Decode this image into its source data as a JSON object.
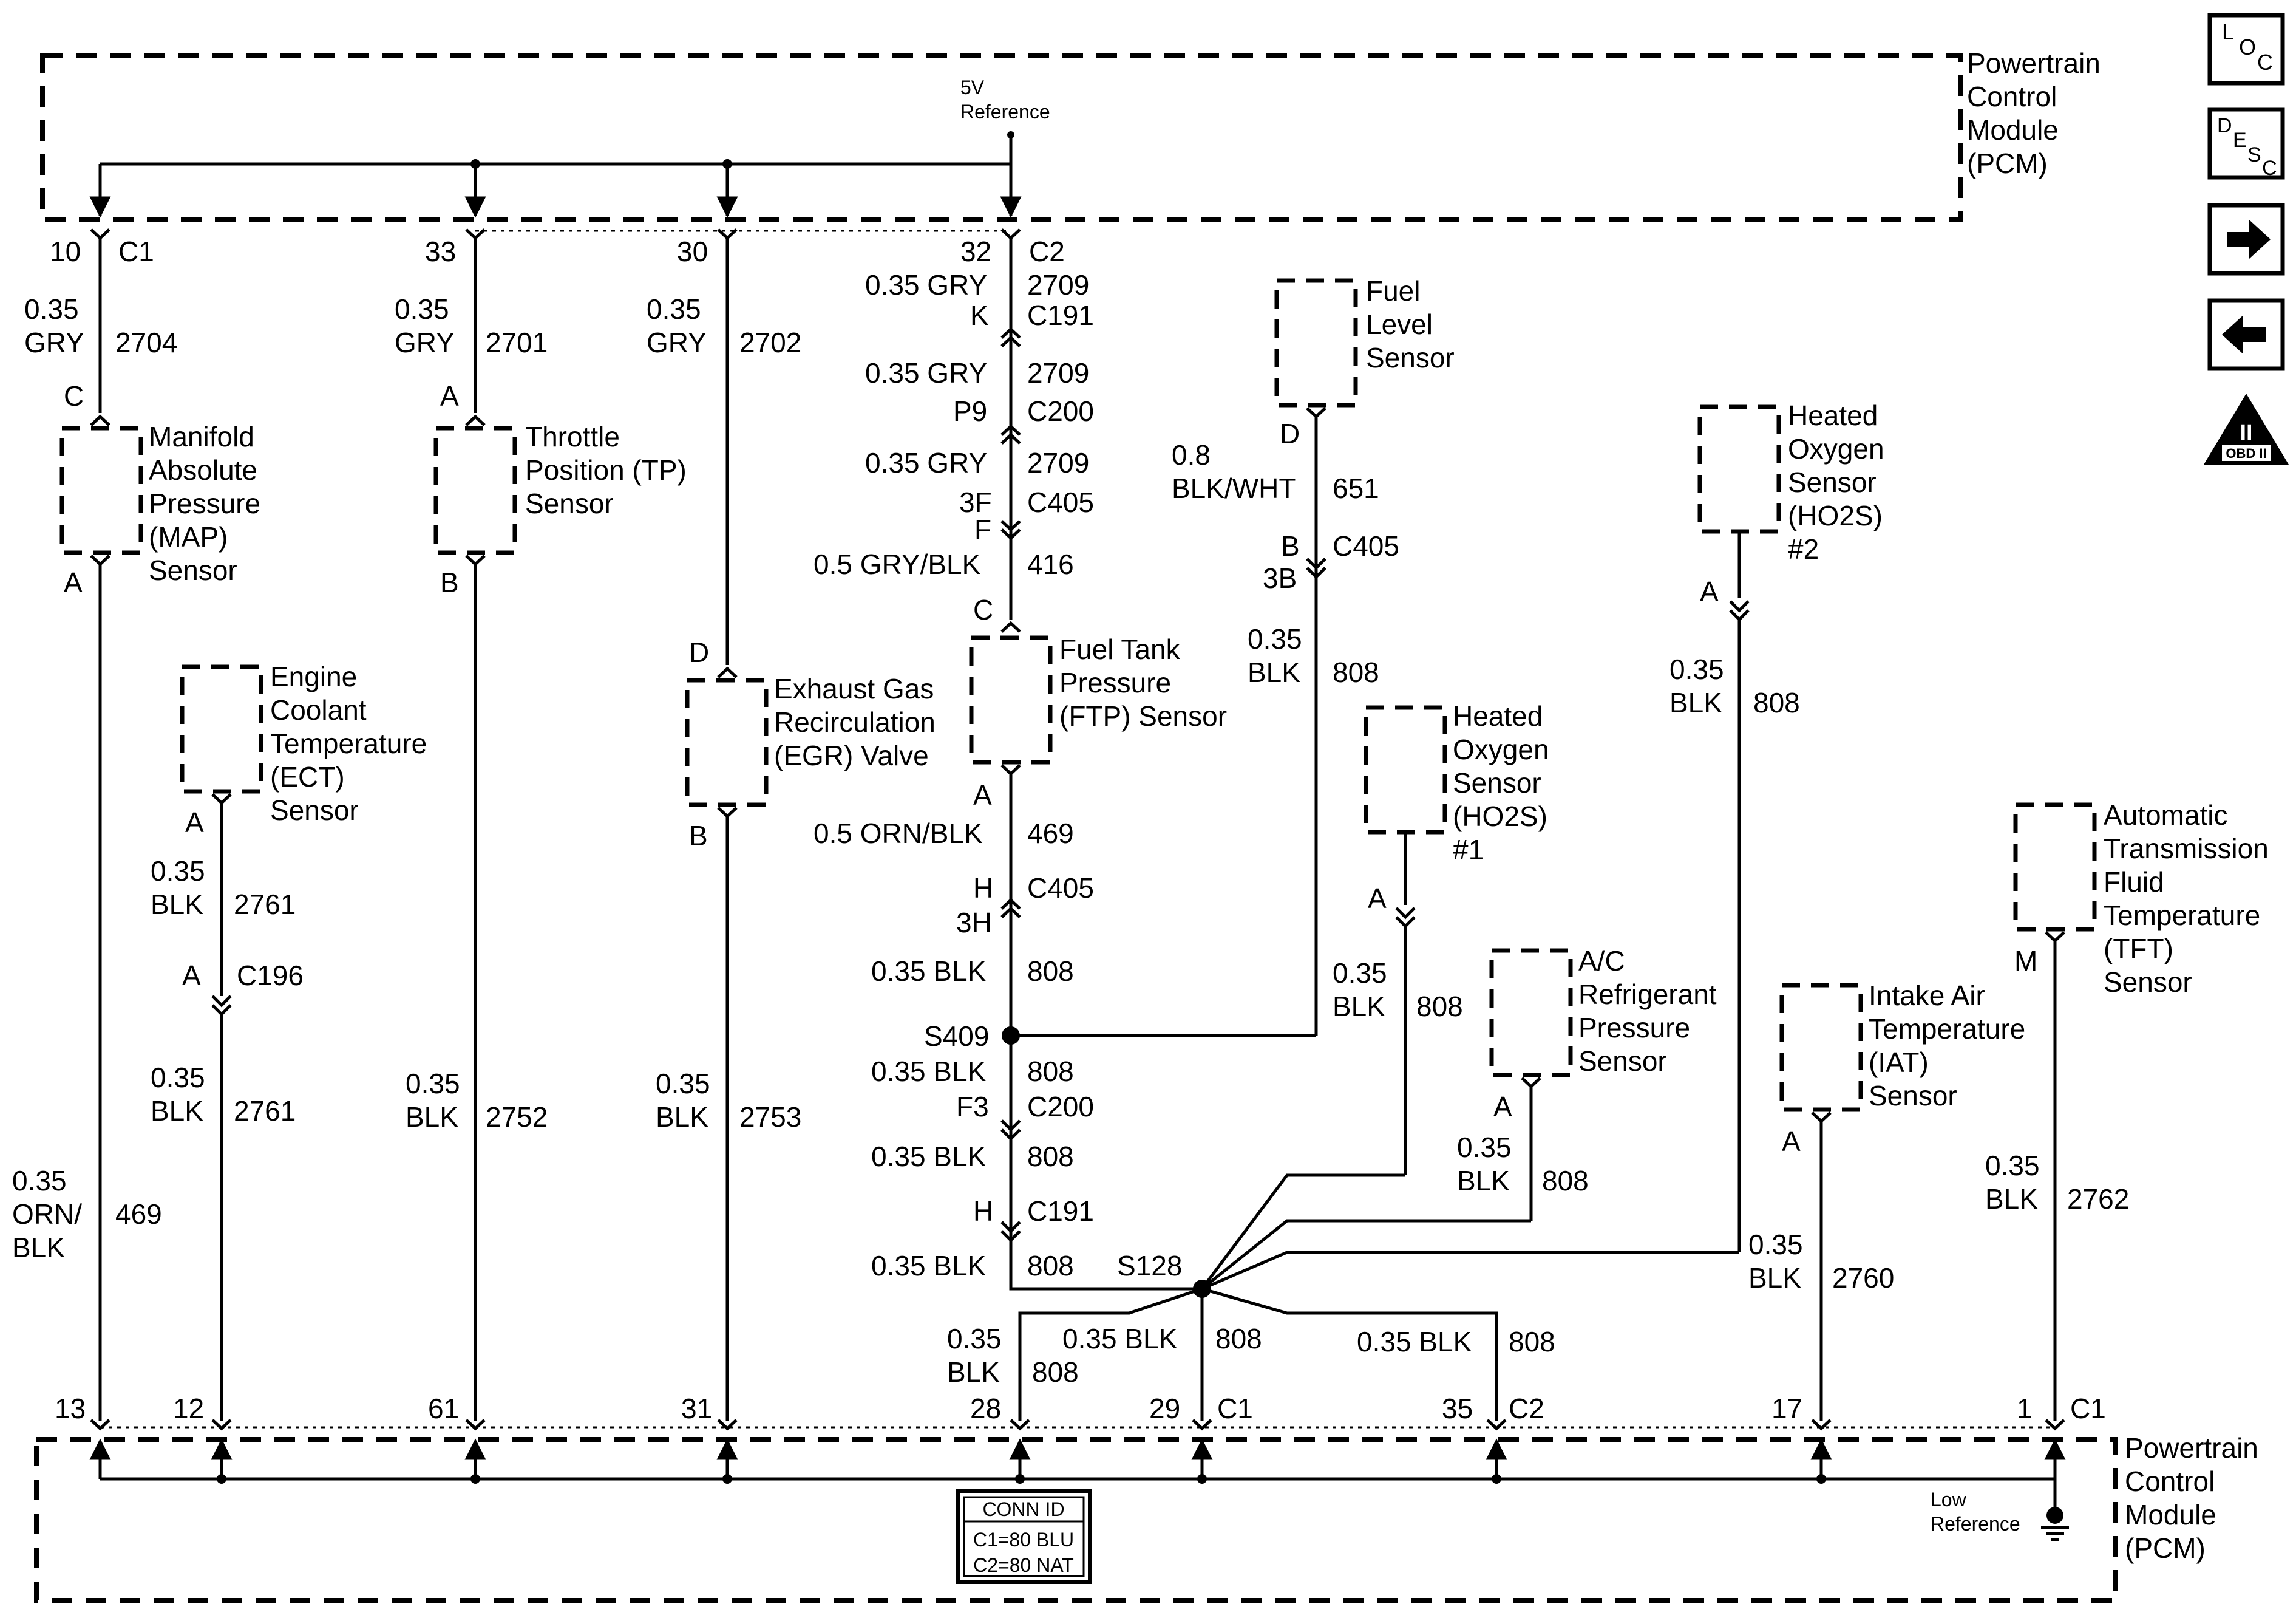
{
  "pcm_top": {
    "title": [
      "Powertrain",
      "Control",
      "Module",
      "(PCM)"
    ],
    "ref_label": [
      "5V",
      "Reference"
    ]
  },
  "pcm_bottom": {
    "title": [
      "Powertrain",
      "Control",
      "Module",
      "(PCM)"
    ],
    "ref_label": [
      "Low",
      "Reference"
    ]
  },
  "conn_id": {
    "header": "CONN ID",
    "c1": "C1=80 BLU",
    "c2": "C2=80 NAT"
  },
  "nav": {
    "loc": [
      "L",
      "O",
      "C"
    ],
    "desc": [
      "D",
      "E",
      "S",
      "C"
    ],
    "obd_mark": "II",
    "obd_text": "OBD II"
  },
  "map": {
    "top_pin": "10",
    "top_conn": "C1",
    "size": "0.35",
    "color": "GRY",
    "circuit": "2704",
    "pin_c": "C",
    "pin_a": "A",
    "name": [
      "Manifold",
      "Absolute",
      "Pressure",
      "(MAP)",
      "Sensor"
    ],
    "out_size": "0.35",
    "out_color": [
      "ORN/",
      "BLK"
    ],
    "out_circuit": "469",
    "bottom_pin": "13"
  },
  "ect": {
    "name": [
      "Engine",
      "Coolant",
      "Temperature",
      "(ECT)",
      "Sensor"
    ],
    "pin_a": "A",
    "size1": "0.35",
    "color1": "BLK",
    "circuit1": "2761",
    "conn_pin": "A",
    "conn": "C196",
    "size2": "0.35",
    "color2": "BLK",
    "circuit2": "2761",
    "bottom_pin": "12"
  },
  "tp": {
    "top_pin": "33",
    "size": "0.35",
    "color": "GRY",
    "circuit": "2701",
    "pin_a": "A",
    "pin_b": "B",
    "name": [
      "Throttle",
      "Position (TP)",
      "Sensor"
    ],
    "out_size": "0.35",
    "out_color": "BLK",
    "out_circuit": "2752",
    "bottom_pin": "61"
  },
  "egr": {
    "top_pin": "30",
    "size": "0.35",
    "color": "GRY",
    "circuit": "2702",
    "pin_d": "D",
    "pin_b": "B",
    "name": [
      "Exhaust Gas",
      "Recirculation",
      "(EGR) Valve"
    ],
    "out_size": "0.35",
    "out_color": "BLK",
    "out_circuit": "2753",
    "bottom_pin": "31"
  },
  "ftp": {
    "top_pin": "32",
    "top_conn": "C2",
    "w1": "0.35 GRY",
    "c1": "2709",
    "k_pin": "K",
    "k_conn": "C191",
    "w2": "0.35 GRY",
    "c2": "2709",
    "p9_pin": "P9",
    "p9_conn": "C200",
    "w3": "0.35 GRY",
    "c3": "2709",
    "pin_3f": "3F",
    "conn_c405": "C405",
    "pin_f": "F",
    "w4": "0.5 GRY/BLK",
    "c4": "416",
    "pin_c": "C",
    "name": [
      "Fuel Tank",
      "Pressure",
      "(FTP) Sensor"
    ],
    "pin_a": "A",
    "w5": "0.5 ORN/BLK",
    "c5": "469",
    "pin_h": "H",
    "conn_c405b": "C405",
    "pin_3h": "3H",
    "w6": "0.35 BLK",
    "c6": "808",
    "splice_s409": "S409",
    "w7": "0.35 BLK",
    "c7": "808",
    "pin_f3": "F3",
    "conn_c200": "C200",
    "w8": "0.35 BLK",
    "c8": "808",
    "pin_h2": "H",
    "conn_c191": "C191",
    "w9": "0.35 BLK",
    "c9": "808",
    "splice_s128": "S128"
  },
  "fuel_level": {
    "name": [
      "Fuel",
      "Level",
      "Sensor"
    ],
    "pin_d": "D",
    "size": "0.8",
    "color": "BLK/WHT",
    "circuit": "651",
    "pin_b": "B",
    "conn": "C405",
    "pin_3b": "3B",
    "out_size": "0.35",
    "out_color": "BLK",
    "out_circuit": "808"
  },
  "ho2s1": {
    "name": [
      "Heated",
      "Oxygen",
      "Sensor",
      "(HO2S)",
      "#1"
    ],
    "pin_a": "A",
    "size": "0.35",
    "color": "BLK",
    "circuit": "808"
  },
  "ho2s2": {
    "name": [
      "Heated",
      "Oxygen",
      "Sensor",
      "(HO2S)",
      "#2"
    ],
    "pin_a": "A",
    "size": "0.35",
    "color": "BLK",
    "circuit": "808"
  },
  "ac": {
    "name": [
      "A/C",
      "Refrigerant",
      "Pressure",
      "Sensor"
    ],
    "pin_a": "A",
    "size": "0.35",
    "color": "BLK",
    "circuit": "808"
  },
  "iat": {
    "name": [
      "Intake Air",
      "Temperature",
      "(IAT)",
      "Sensor"
    ],
    "pin_a": "A",
    "size": "0.35",
    "color": "BLK",
    "circuit": "2760",
    "bottom_pin": "17"
  },
  "tft": {
    "name": [
      "Automatic",
      "Transmission",
      "Fluid",
      "Temperature",
      "(TFT)",
      "Sensor"
    ],
    "pin_m": "M",
    "size": "0.35",
    "color": "BLK",
    "circuit": "2762",
    "bottom_pin": "1",
    "bottom_conn": "C1"
  },
  "ground_drops": {
    "g28": {
      "size": "0.35",
      "color": "BLK",
      "circuit": "808",
      "pin": "28"
    },
    "g29": {
      "wire": "0.35 BLK",
      "circuit": "808",
      "pin": "29",
      "conn": "C1"
    },
    "g35": {
      "wire": "0.35 BLK",
      "circuit": "808",
      "pin": "35",
      "conn": "C2"
    }
  }
}
